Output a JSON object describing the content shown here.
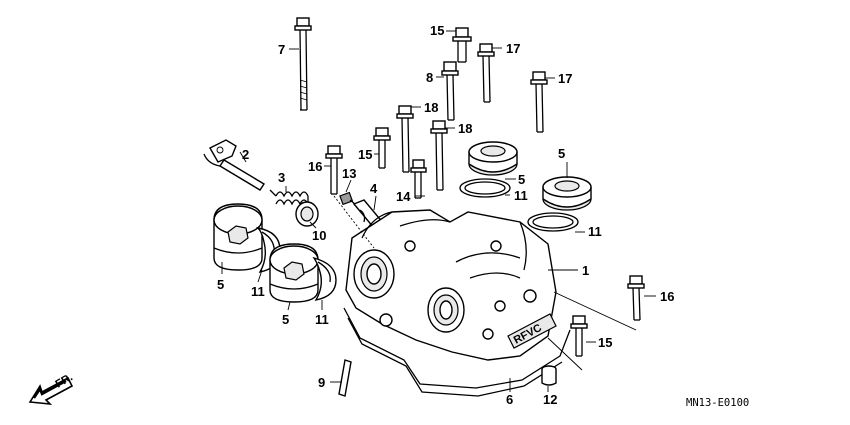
{
  "diagram": {
    "code": "MN13-E0100",
    "direction_label": "FR.",
    "direction_icon": "arrow-down-left-icon"
  },
  "callouts": [
    {
      "id": "c7",
      "label": "7"
    },
    {
      "id": "c15a",
      "label": "15"
    },
    {
      "id": "c17a",
      "label": "17"
    },
    {
      "id": "c8",
      "label": "8"
    },
    {
      "id": "c17b",
      "label": "17"
    },
    {
      "id": "c18a",
      "label": "18"
    },
    {
      "id": "c18b",
      "label": "18"
    },
    {
      "id": "c15b",
      "label": "15"
    },
    {
      "id": "c16a",
      "label": "16"
    },
    {
      "id": "c13",
      "label": "13"
    },
    {
      "id": "c14",
      "label": "14"
    },
    {
      "id": "c5a",
      "label": "5"
    },
    {
      "id": "c11a",
      "label": "11"
    },
    {
      "id": "c5b",
      "label": "5"
    },
    {
      "id": "c11b",
      "label": "11"
    },
    {
      "id": "c2",
      "label": "2"
    },
    {
      "id": "c3",
      "label": "3"
    },
    {
      "id": "c10",
      "label": "10"
    },
    {
      "id": "c4",
      "label": "4"
    },
    {
      "id": "c1",
      "label": "1"
    },
    {
      "id": "c5c",
      "label": "5"
    },
    {
      "id": "c11c",
      "label": "11"
    },
    {
      "id": "c5d",
      "label": "5"
    },
    {
      "id": "c11d",
      "label": "11"
    },
    {
      "id": "c16b",
      "label": "16"
    },
    {
      "id": "c15c",
      "label": "15"
    },
    {
      "id": "c9",
      "label": "9"
    },
    {
      "id": "c6",
      "label": "6"
    },
    {
      "id": "c12",
      "label": "12"
    }
  ]
}
